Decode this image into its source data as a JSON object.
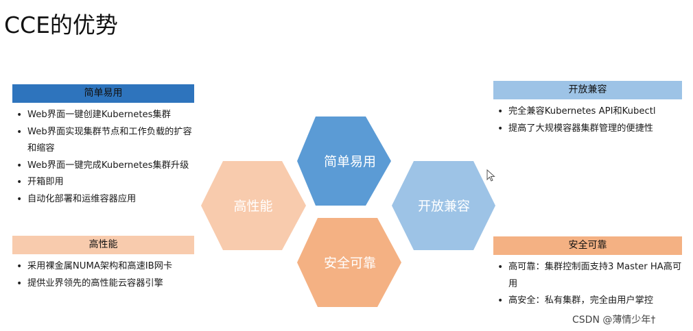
{
  "title": "CCE的优势",
  "hexagons": {
    "simple": "简单易用",
    "performance": "高性能",
    "open": "开放兼容",
    "safe": "安全可靠"
  },
  "colors": {
    "simple_hex": "#5b9bd5",
    "perf_hex": "#f8cbad",
    "open_hex": "#9dc3e6",
    "safe_hex": "#f4b183",
    "simple_header": "#2e74bd",
    "perf_header": "#f8cbad",
    "open_header": "#9dc3e6",
    "safe_header": "#f4b183"
  },
  "panels": {
    "simple": {
      "header": "简单易用",
      "items": [
        "Web界面一键创建Kubernetes集群",
        "Web界面实现集群节点和工作负载的扩容和缩容",
        "Web界面一键完成Kubernetes集群升级",
        "开箱即用",
        "自动化部署和运维容器应用"
      ]
    },
    "performance": {
      "header": "高性能",
      "items": [
        "采用裸金属NUMA架构和高速IB网卡",
        "提供业界领先的高性能云容器引擎"
      ]
    },
    "open": {
      "header": "开放兼容",
      "items": [
        "完全兼容Kubernetes API和Kubectl",
        "提高了大规模容器集群管理的便捷性"
      ]
    },
    "safe": {
      "header": "安全可靠",
      "items": [
        "高可靠：集群控制面支持3 Master HA高可用",
        "高安全：私有集群，完全由用户掌控"
      ]
    }
  },
  "watermark": "CSDN @薄情少年†"
}
